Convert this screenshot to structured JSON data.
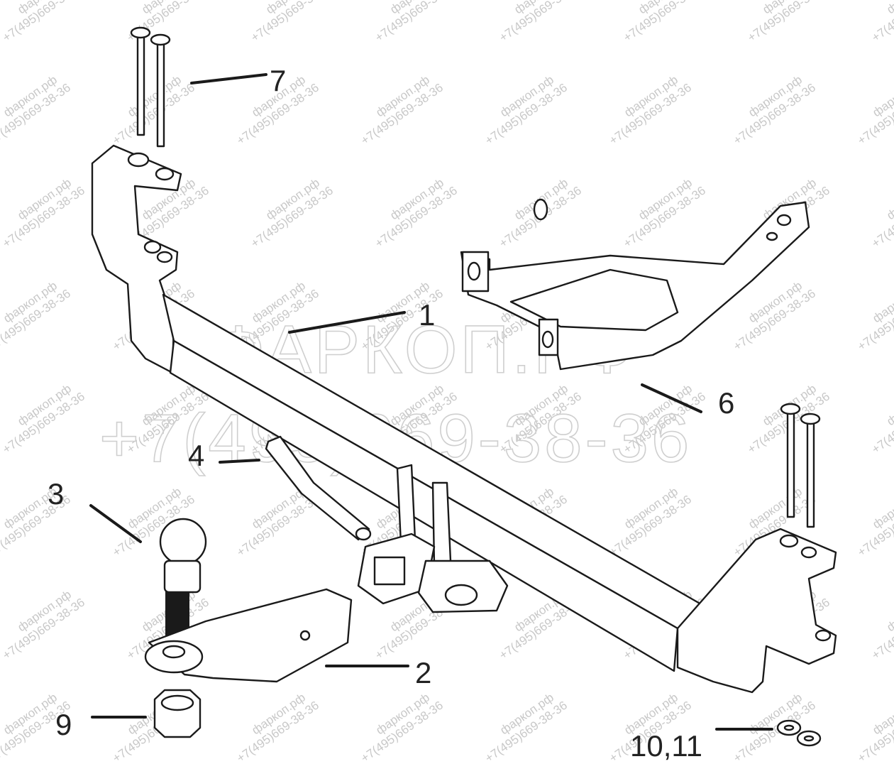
{
  "diagram": {
    "callouts": [
      {
        "id": "part-1",
        "label": "1"
      },
      {
        "id": "part-2",
        "label": "2"
      },
      {
        "id": "part-3",
        "label": "3"
      },
      {
        "id": "part-4",
        "label": "4"
      },
      {
        "id": "part-6",
        "label": "6"
      },
      {
        "id": "part-7",
        "label": "7"
      },
      {
        "id": "part-9",
        "label": "9"
      },
      {
        "id": "part-10-11",
        "label": "10,11"
      }
    ],
    "watermark": {
      "site": "фаркоп.рф",
      "phone_small": "+7(495)669-38-36",
      "phone_large": "+7(495)669-38-36",
      "brand_large": "ФАРКОП.РФ"
    }
  }
}
